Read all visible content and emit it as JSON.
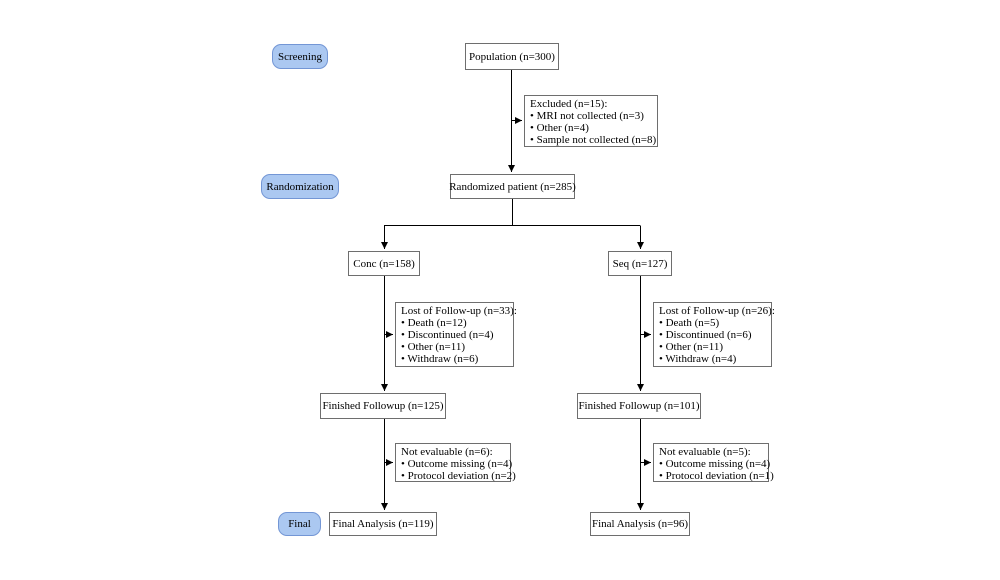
{
  "diagram": {
    "stages": [
      {
        "id": "screening",
        "label": "Screening"
      },
      {
        "id": "randomization",
        "label": "Randomization"
      },
      {
        "id": "final",
        "label": "Final"
      }
    ],
    "nodes": {
      "population": {
        "lines": [
          "Population (n=300)"
        ]
      },
      "excluded": {
        "lines": [
          "Excluded (n=15):",
          "• MRI not collected (n=3)",
          "• Other (n=4)",
          "• Sample not collected (n=8)"
        ]
      },
      "randomized": {
        "lines": [
          "Randomized patient (n=285)"
        ]
      },
      "conc": {
        "lines": [
          "Conc (n=158)"
        ]
      },
      "seq": {
        "lines": [
          "Seq (n=127)"
        ]
      },
      "lost_conc": {
        "lines": [
          "Lost of Follow-up (n=33):",
          "• Death (n=12)",
          "• Discontinued (n=4)",
          "• Other (n=11)",
          "• Withdraw (n=6)"
        ]
      },
      "lost_seq": {
        "lines": [
          "Lost of Follow-up (n=26):",
          "• Death (n=5)",
          "• Discontinued (n=6)",
          "• Other (n=11)",
          "• Withdraw (n=4)"
        ]
      },
      "finished_conc": {
        "lines": [
          "Finished Followup (n=125)"
        ]
      },
      "finished_seq": {
        "lines": [
          "Finished Followup (n=101)"
        ]
      },
      "noteval_conc": {
        "lines": [
          "Not evaluable (n=6):",
          "• Outcome missing (n=4)",
          "• Protocol deviation (n=2)"
        ]
      },
      "noteval_seq": {
        "lines": [
          "Not evaluable (n=5):",
          "• Outcome missing (n=4)",
          "• Protocol deviation (n=1)"
        ]
      },
      "final_conc": {
        "lines": [
          "Final Analysis (n=119)"
        ]
      },
      "final_seq": {
        "lines": [
          "Final Analysis (n=96)"
        ]
      }
    },
    "colors": {
      "stage_fill": "#abc8f1",
      "stage_border": "#7396d5",
      "box_border": "#6e6e6e",
      "connector": "#000000"
    }
  }
}
